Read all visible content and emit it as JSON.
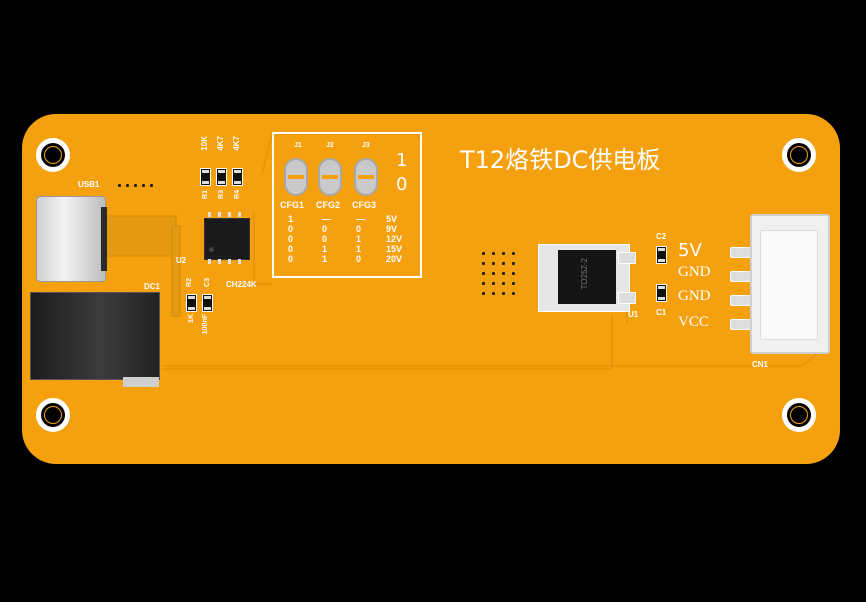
{
  "board": {
    "title": "T12烙铁DC供电板",
    "refs": {
      "usb": "USB1",
      "dc": "DC1",
      "u2": "U2",
      "chip": "CH224K",
      "r1": "R1",
      "r3": "R3",
      "r4": "R4",
      "r2": "R2",
      "c3": "C3",
      "c2": "C2",
      "c1": "C1",
      "u1": "U1",
      "cn1": "CN1",
      "j1": "J1",
      "j2": "J2",
      "j3": "J3"
    },
    "values": {
      "r1": "10K",
      "r3": "4K7",
      "r4": "4K7",
      "r2": "1K",
      "c3": "100nF"
    },
    "regulator_marking": "TO252-2",
    "config": {
      "state_high": "1",
      "state_low": "0",
      "headers": [
        "CFG1",
        "CFG2",
        "CFG3"
      ],
      "rows": [
        [
          "1",
          "—",
          "—",
          "5V"
        ],
        [
          "0",
          "0",
          "0",
          "9V"
        ],
        [
          "0",
          "0",
          "1",
          "12V"
        ],
        [
          "0",
          "1",
          "1",
          "15V"
        ],
        [
          "0",
          "1",
          "0",
          "20V"
        ]
      ]
    },
    "output_pins": [
      "5V",
      "GND",
      "GND",
      "VCC"
    ]
  },
  "colors": {
    "background": "#000000",
    "pcb": "#f5a10f",
    "silkscreen": "#ffffff"
  }
}
